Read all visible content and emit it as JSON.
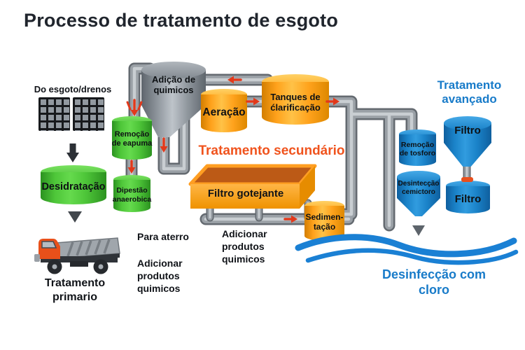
{
  "title": "Processo de tratamento de esgoto",
  "colors": {
    "accent_blue": "#187bc9",
    "accent_orange": "#f0531d",
    "arrow_red": "#e2391b",
    "tank_green": "#4ec639",
    "tank_orange": "#ffa21c",
    "tank_blue": "#1a82c8",
    "pipe_gray": "#9aa0a6",
    "wave_blue": "#1a80d4"
  },
  "labels": {
    "intake": "Do esgoto/drenos",
    "chemical_addition": "Adição de\nquimicos",
    "skimming": "Remoção\nde eapuma",
    "digestion": "Dipestão\nanaerobica",
    "dewatering": "Desidratação",
    "aeration": "Aeração",
    "clarification": "Tanques de\nćlarificação",
    "secondary_header": "Tratamento secundário",
    "trickling_filter": "Filtro gotejante",
    "sedimentation": "Sedimen-\ntação",
    "advanced_header": "Tratamento\navançado",
    "phosphorus_removal": "Remoção\nde tosforo",
    "disinfection_unit": "Desintecção\ncemictoro",
    "filter_top": "Filtro",
    "filter_bottom": "Filtro",
    "chlorine_disinfection": "Desinfecção com\ncloro",
    "landfill": "Para aterro",
    "add_chemicals_left": "Adicionar\nprodutos\nquimicos",
    "add_chemicals_center": "Adicionar\nprodutos\nquimicos",
    "primary_treatment": "Tratamento\nprimario"
  },
  "icons": {
    "intake_screens": "bar-screen-grid",
    "sludge_truck": "dump-truck",
    "effluent": "water-waves",
    "flow": "red-arrows"
  }
}
